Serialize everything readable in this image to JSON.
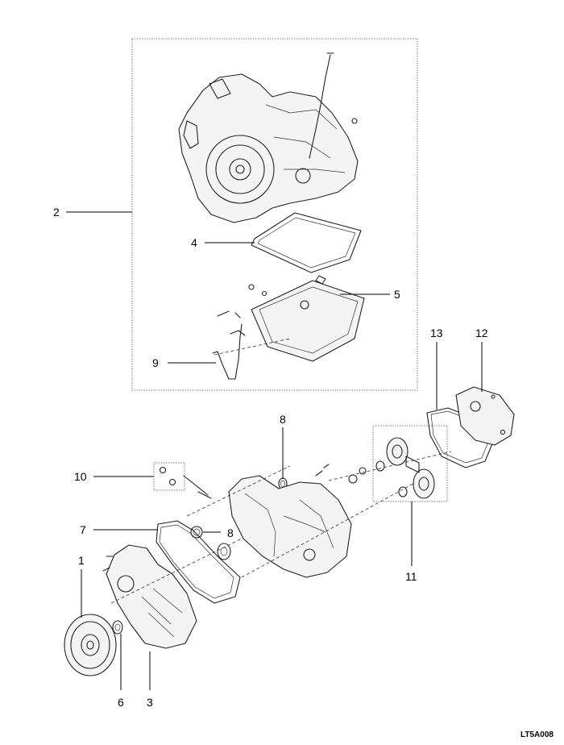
{
  "figure_code": "LT5A008",
  "callouts": {
    "c1": "1",
    "c2": "2",
    "c3": "3",
    "c4": "4",
    "c5": "5",
    "c6": "6",
    "c7": "7",
    "c8a": "8",
    "c8b": "8",
    "c9": "9",
    "c10": "10",
    "c11": "11",
    "c12": "12",
    "c13": "13"
  }
}
